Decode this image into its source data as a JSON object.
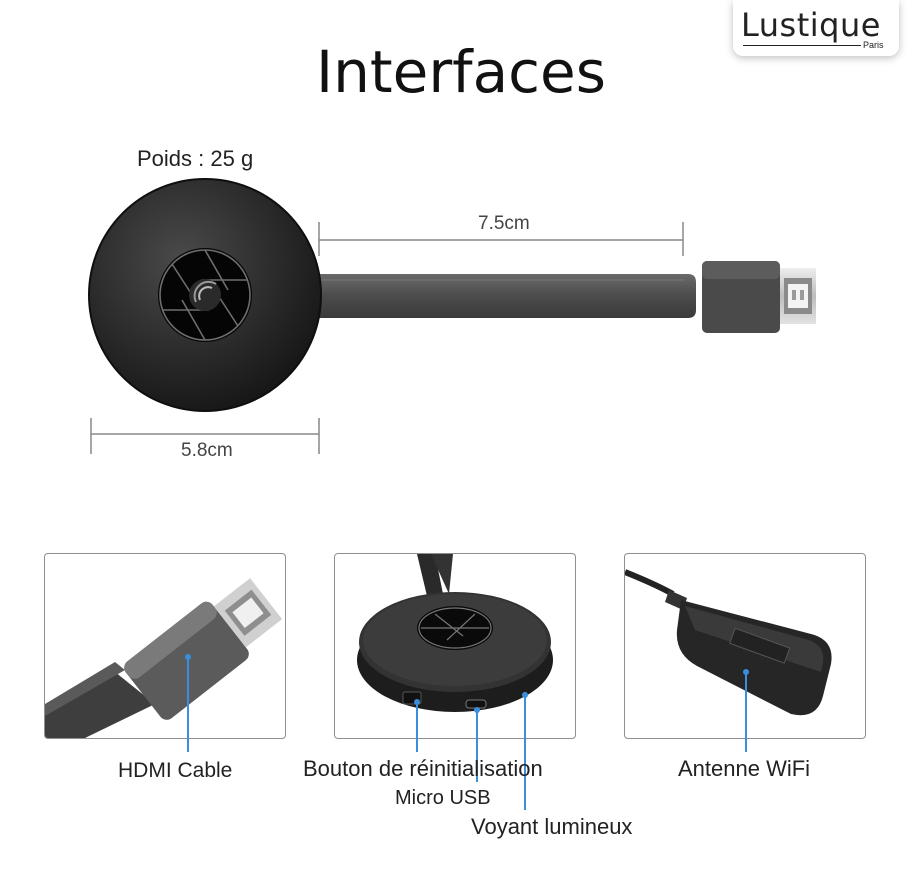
{
  "brand": {
    "name": "Lustique",
    "sub": "Paris"
  },
  "title": "Interfaces",
  "weight": "Poids : 25 g",
  "dimensions": {
    "cable_length": "7.5cm",
    "diameter": "5.8cm"
  },
  "captions": {
    "hdmi": "HDMI Cable",
    "reset": "Bouton de réinitialisation",
    "usb": "Micro USB",
    "led": "Voyant lumineux",
    "wifi": "Antenne WiFi"
  },
  "colors": {
    "accent_line": "#3a8fdc",
    "device": "#2b2b2b"
  }
}
